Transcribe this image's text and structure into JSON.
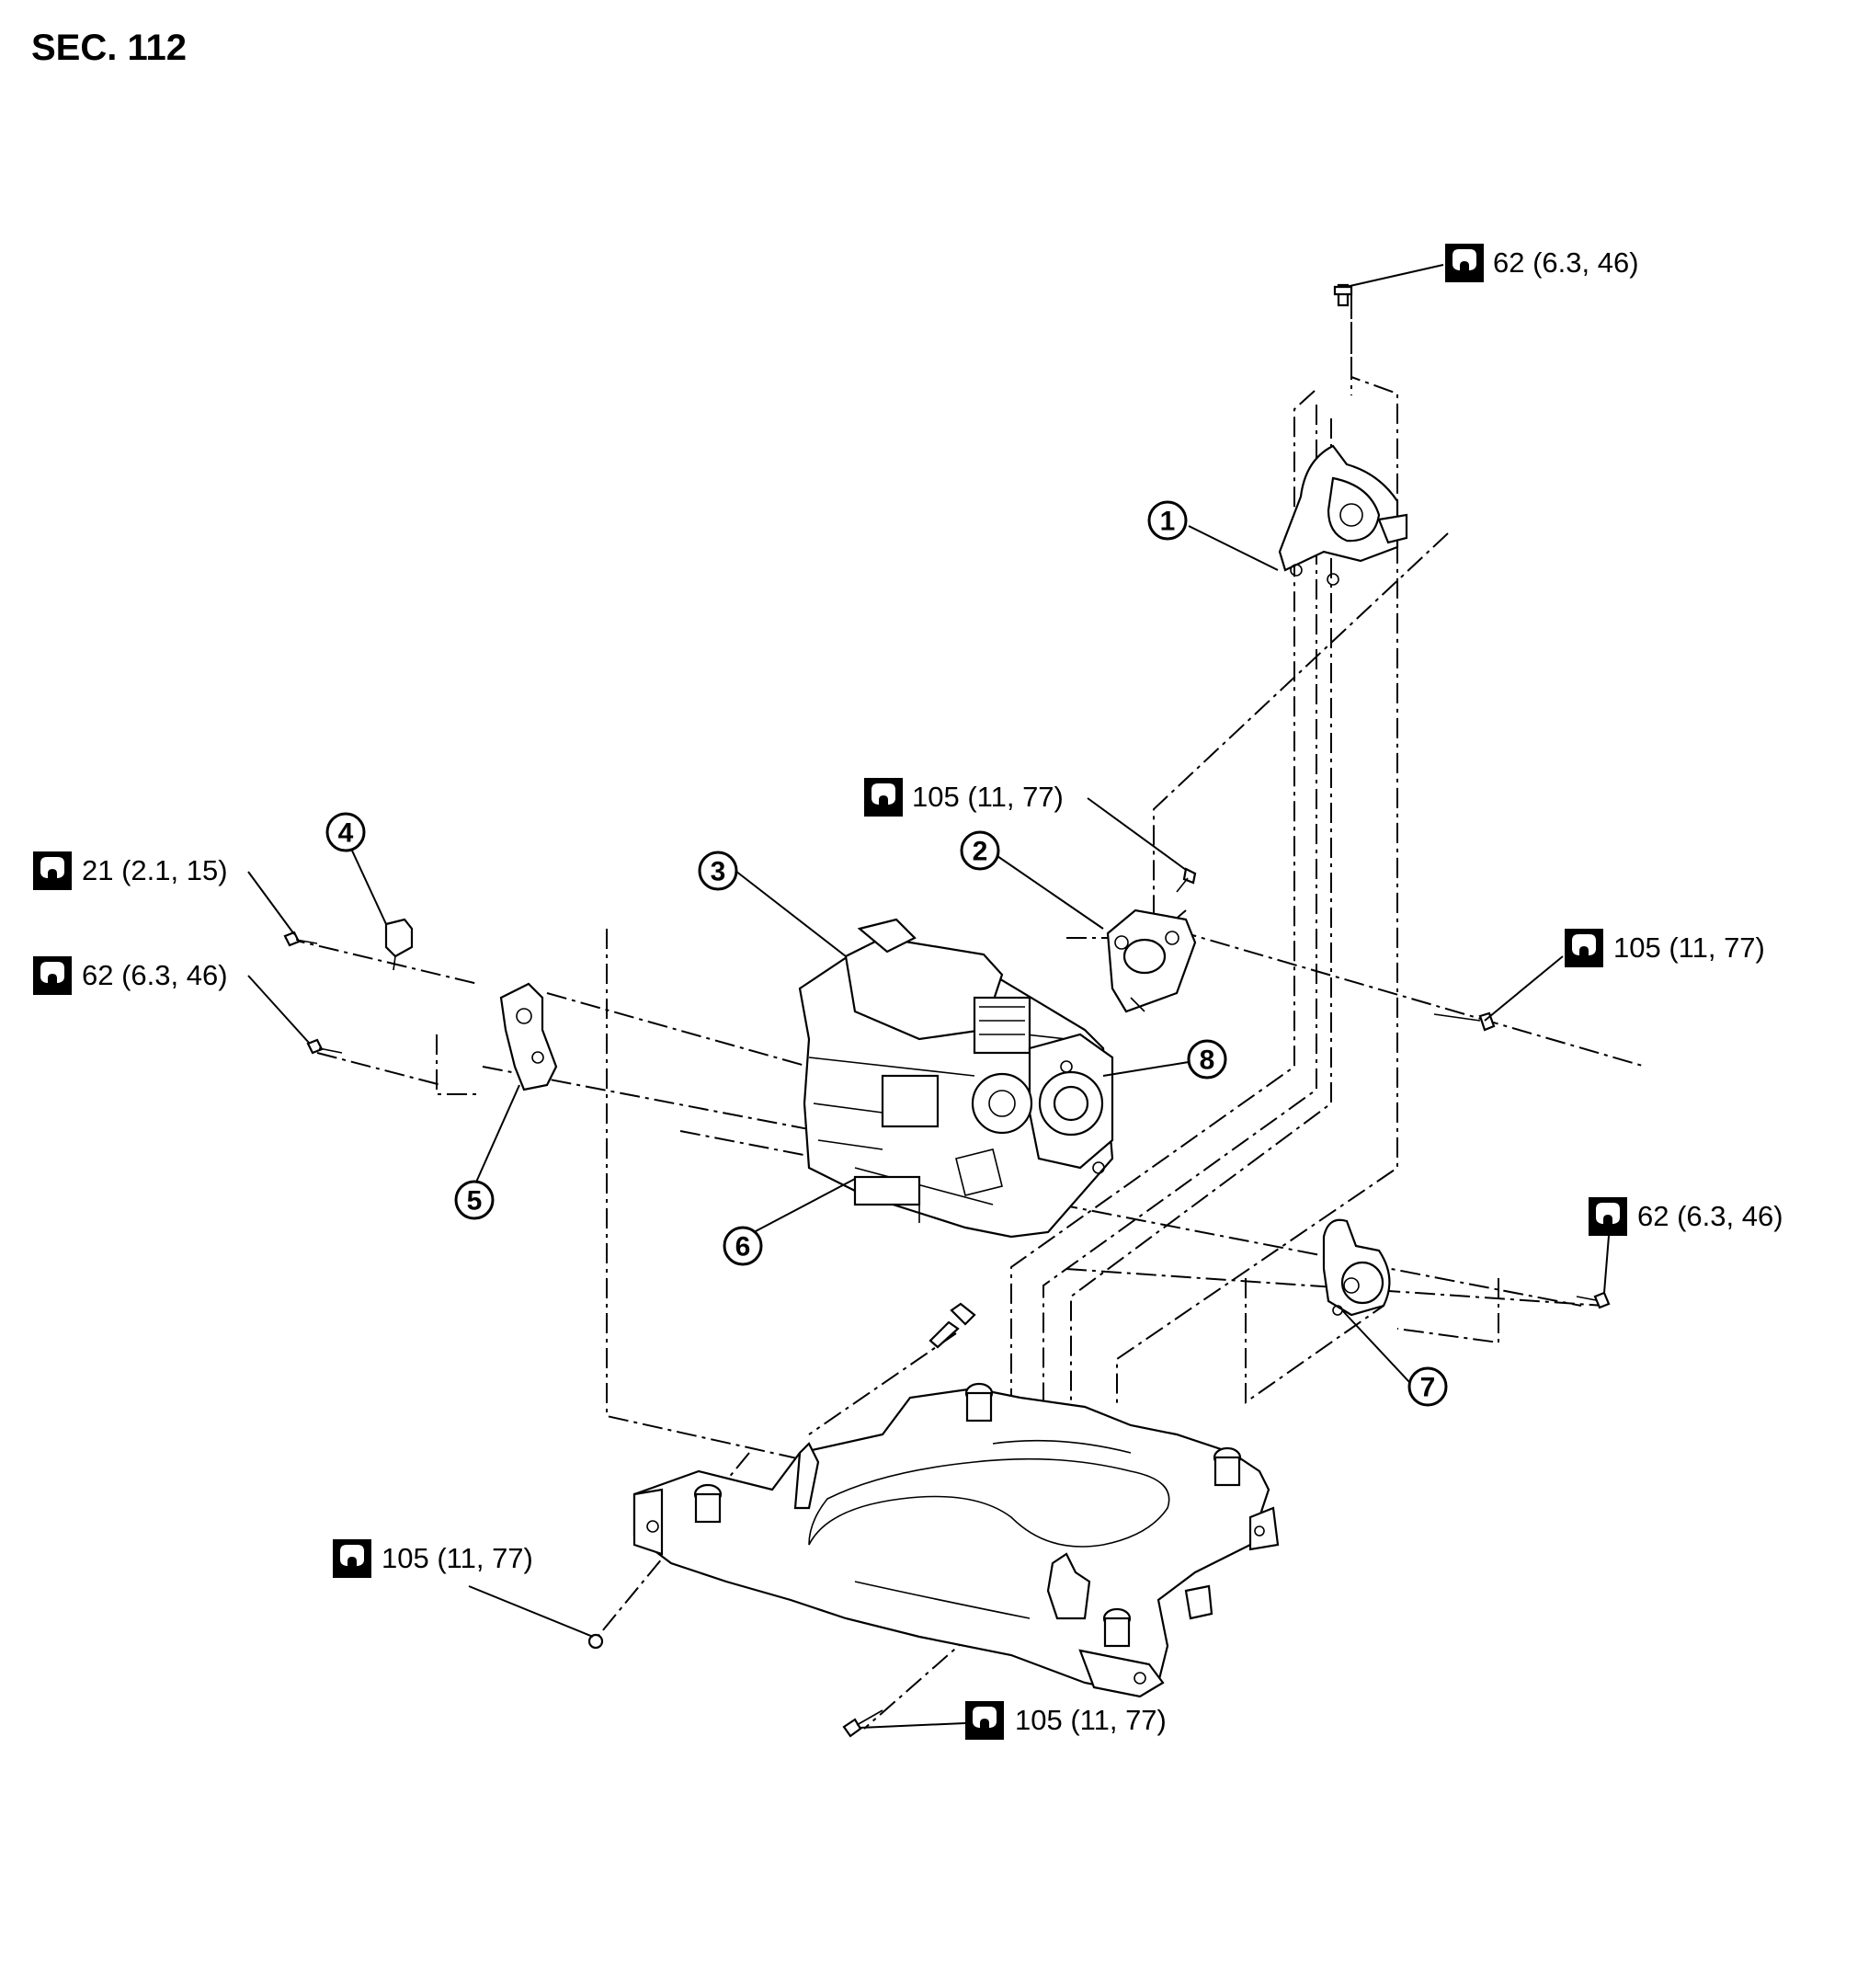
{
  "section_label": "SEC. 112",
  "icons": {
    "torque": "torque-wrench-icon",
    "callout": "circled-number-icon"
  },
  "torques": [
    {
      "id": "t-top-right",
      "value": "62 (6.3, 46)"
    },
    {
      "id": "t-upper-mid",
      "value": "105 (11, 77)"
    },
    {
      "id": "t-left-1",
      "value": "21 (2.1, 15)"
    },
    {
      "id": "t-left-2",
      "value": "62 (6.3, 46)"
    },
    {
      "id": "t-right-mid",
      "value": "105 (11, 77)"
    },
    {
      "id": "t-right-lower",
      "value": "62 (6.3, 46)"
    },
    {
      "id": "t-bottom-left",
      "value": "105 (11, 77)"
    },
    {
      "id": "t-bottom-center",
      "value": "105 (11, 77)"
    }
  ],
  "callouts": [
    "1",
    "2",
    "3",
    "4",
    "5",
    "6",
    "7",
    "8"
  ]
}
